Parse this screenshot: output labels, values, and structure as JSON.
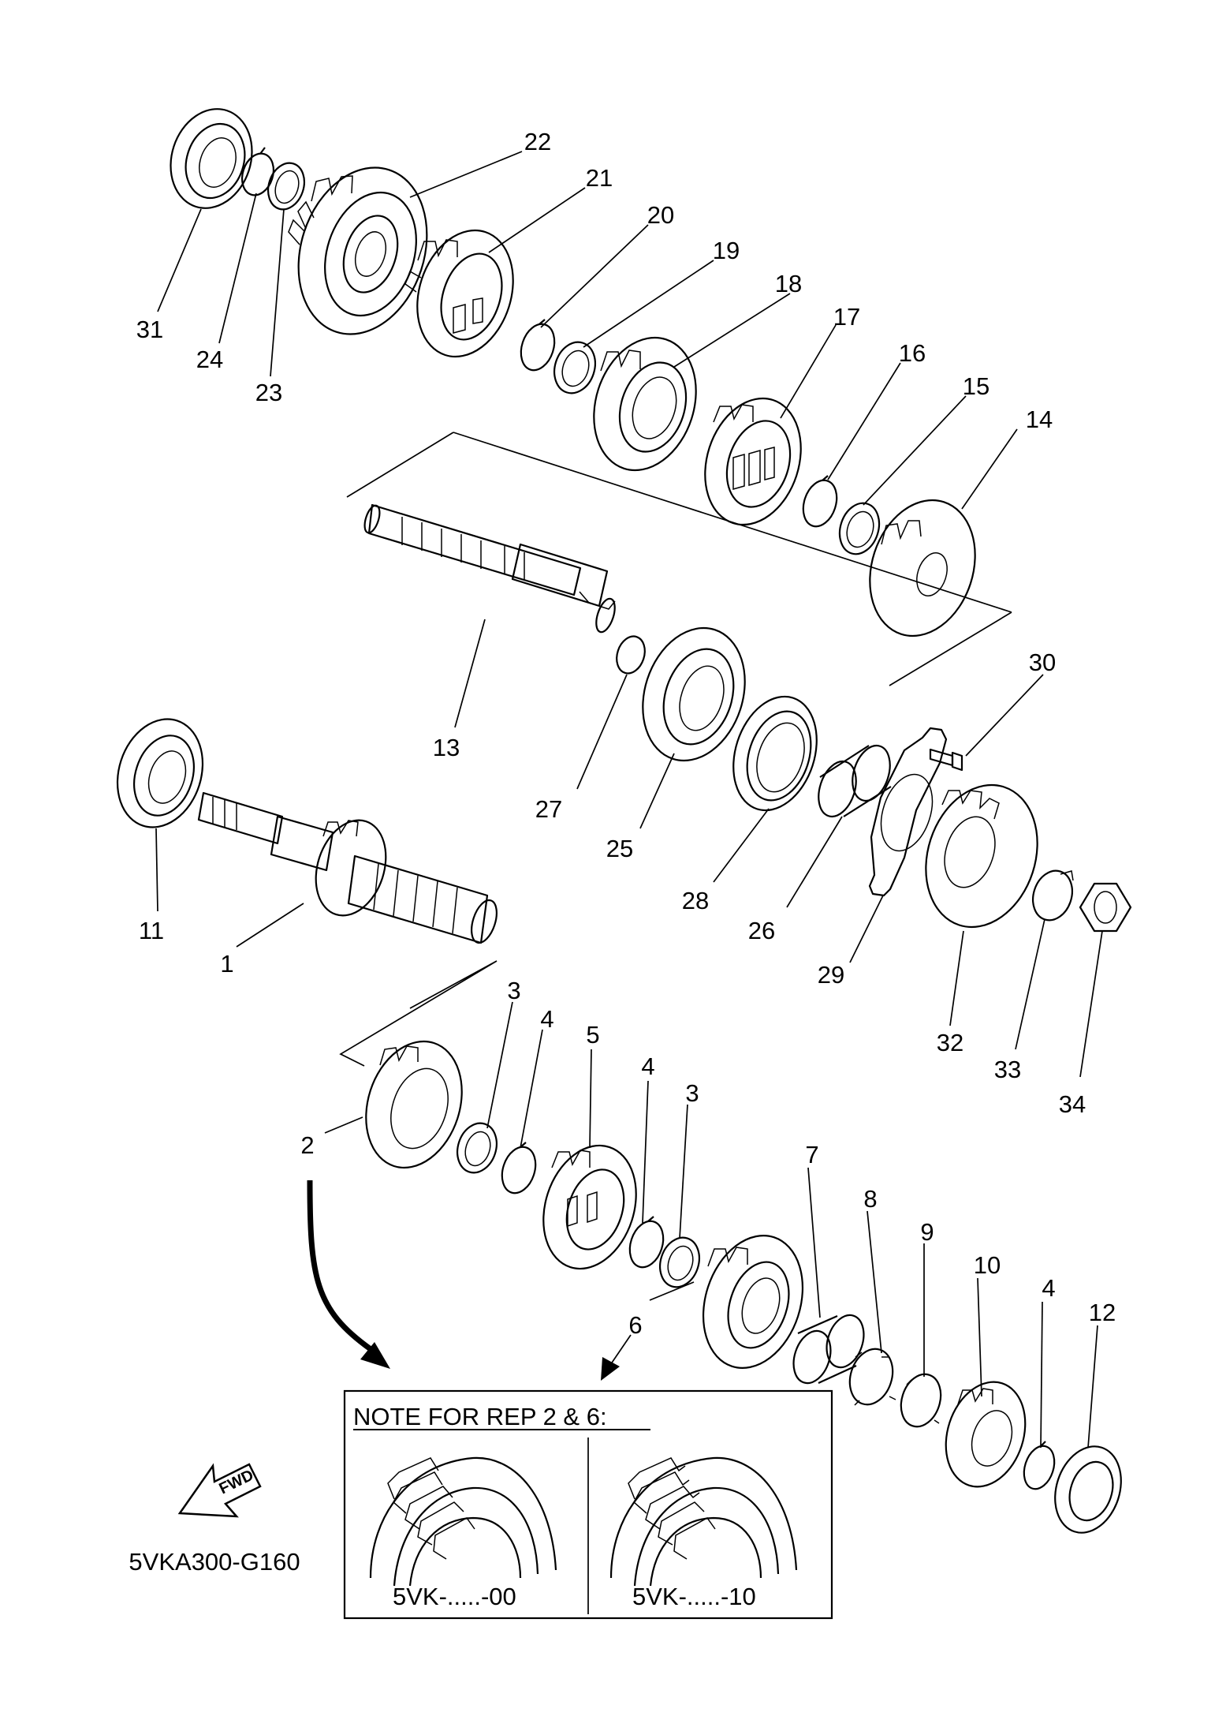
{
  "diagram_code": "5VKA300-G160",
  "fwd_label": "FWD",
  "note": {
    "title": "NOTE FOR REP 2 & 6:",
    "variant_left": "5VK-.....-00",
    "variant_right": "5VK-.....-10"
  },
  "callouts": [
    {
      "id": "c1",
      "label": "1"
    },
    {
      "id": "c2",
      "label": "2"
    },
    {
      "id": "c3a",
      "label": "3"
    },
    {
      "id": "c3b",
      "label": "3"
    },
    {
      "id": "c4a",
      "label": "4"
    },
    {
      "id": "c4b",
      "label": "4"
    },
    {
      "id": "c4c",
      "label": "4"
    },
    {
      "id": "c5",
      "label": "5"
    },
    {
      "id": "c6",
      "label": "6"
    },
    {
      "id": "c7",
      "label": "7"
    },
    {
      "id": "c8",
      "label": "8"
    },
    {
      "id": "c9",
      "label": "9"
    },
    {
      "id": "c10",
      "label": "10"
    },
    {
      "id": "c11",
      "label": "11"
    },
    {
      "id": "c12",
      "label": "12"
    },
    {
      "id": "c13",
      "label": "13"
    },
    {
      "id": "c14",
      "label": "14"
    },
    {
      "id": "c15",
      "label": "15"
    },
    {
      "id": "c16",
      "label": "16"
    },
    {
      "id": "c17",
      "label": "17"
    },
    {
      "id": "c18",
      "label": "18"
    },
    {
      "id": "c19",
      "label": "19"
    },
    {
      "id": "c20",
      "label": "20"
    },
    {
      "id": "c21",
      "label": "21"
    },
    {
      "id": "c22",
      "label": "22"
    },
    {
      "id": "c23",
      "label": "23"
    },
    {
      "id": "c24",
      "label": "24"
    },
    {
      "id": "c25",
      "label": "25"
    },
    {
      "id": "c26",
      "label": "26"
    },
    {
      "id": "c27",
      "label": "27"
    },
    {
      "id": "c28",
      "label": "28"
    },
    {
      "id": "c29",
      "label": "29"
    },
    {
      "id": "c30",
      "label": "30"
    },
    {
      "id": "c31",
      "label": "31"
    },
    {
      "id": "c32",
      "label": "32"
    },
    {
      "id": "c33",
      "label": "33"
    },
    {
      "id": "c34",
      "label": "34"
    }
  ]
}
